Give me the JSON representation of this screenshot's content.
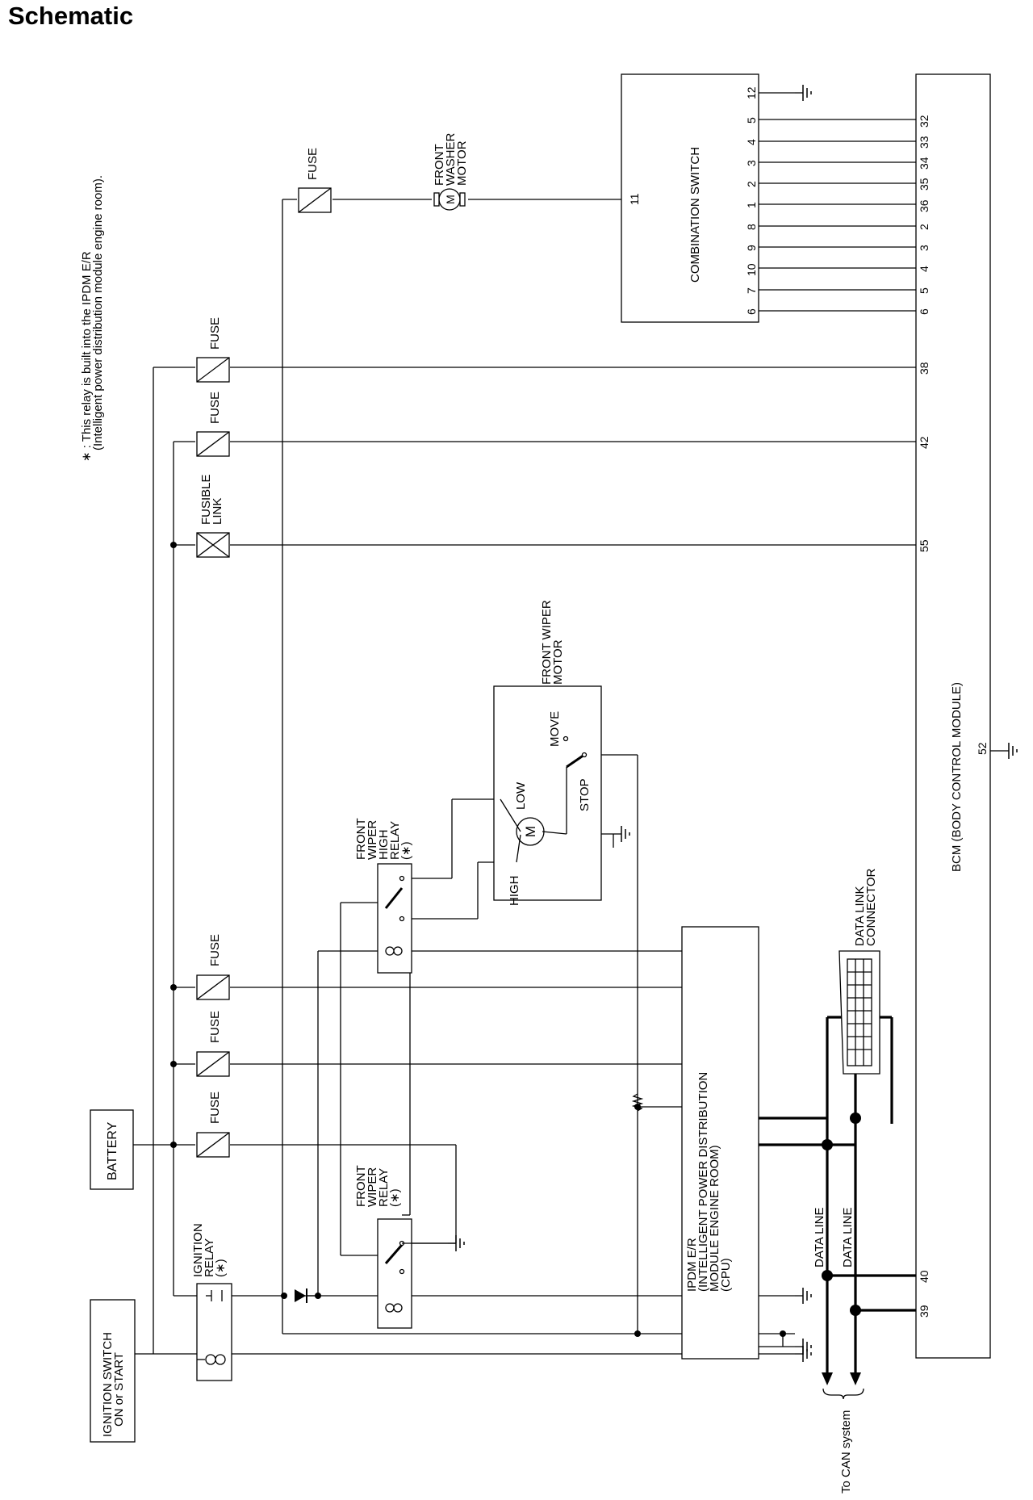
{
  "title": "Schematic",
  "note": {
    "line1": "∗ : This relay is built into the IPDM E/R",
    "line2": "(Intelligent power distribution module engine room)."
  },
  "components": {
    "ignition_switch": [
      "IGNITION SWITCH",
      "ON or START"
    ],
    "battery": "BATTERY",
    "ignition_relay": [
      "IGNITION",
      "RELAY",
      "(∗)"
    ],
    "front_wiper_relay": [
      "FRONT",
      "WIPER",
      "RELAY",
      "(∗)"
    ],
    "front_wiper_high_relay": [
      "FRONT",
      "WIPER",
      "HIGH",
      "RELAY",
      "(∗)"
    ],
    "front_wiper_motor": [
      "FRONT WIPER",
      "MOTOR"
    ],
    "motor_terminals": {
      "high": "HIGH",
      "low": "LOW",
      "stop": "STOP",
      "move": "MOVE"
    },
    "motor_symbol": "M",
    "front_washer_motor": [
      "FRONT",
      "WASHER",
      "MOTOR"
    ],
    "combination_switch": "COMBINATION SWITCH",
    "ipdm": [
      "IPDM E/R",
      "(INTELLIGENT POWER DISTRIBUTION",
      "MODULE ENGINE ROOM)",
      "(CPU)"
    ],
    "data_link_connector": [
      "DATA LINK",
      "CONNECTOR"
    ],
    "bcm": "BCM (BODY CONTROL MODULE)",
    "fuse": "FUSE",
    "fusible_link": [
      "FUSIBLE",
      "LINK"
    ],
    "data_line": "DATA LINE",
    "can_system": "To CAN system"
  },
  "combination_switch_pins": [
    "12",
    "5",
    "4",
    "3",
    "2",
    "1",
    "8",
    "9",
    "10",
    "7",
    "6"
  ],
  "combination_switch_washer_pin": "11",
  "bcm_switch_pins": [
    "32",
    "33",
    "34",
    "35",
    "36",
    "2",
    "3",
    "4",
    "5",
    "6"
  ],
  "bcm_pins": {
    "p38": "38",
    "p42": "42",
    "p55": "55",
    "p52": "52",
    "p40": "40",
    "p39": "39"
  }
}
